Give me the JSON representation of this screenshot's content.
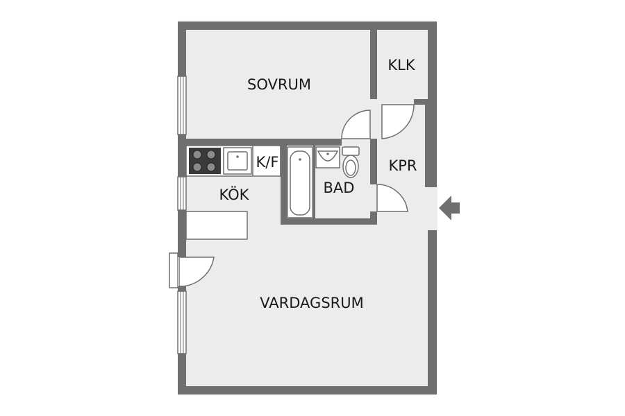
{
  "rooms": {
    "sovrum": "SOVRUM",
    "klk": "KLK",
    "kf": "K/F",
    "kpr": "KPR",
    "bad": "BAD",
    "kok": "KÖK",
    "vardagsrum": "VARDAGSRUM"
  },
  "colors": {
    "wall": "#6f6f6f",
    "floor": "#ececec",
    "background": "#ffffff",
    "text": "#1a1a1a"
  },
  "icons": {
    "entrance": "entrance-arrow-icon",
    "stove": "stove-icon",
    "sink": "kitchen-sink-icon",
    "bathtub": "bathtub-icon",
    "washbasin": "washbasin-icon",
    "toilet": "toilet-icon"
  }
}
